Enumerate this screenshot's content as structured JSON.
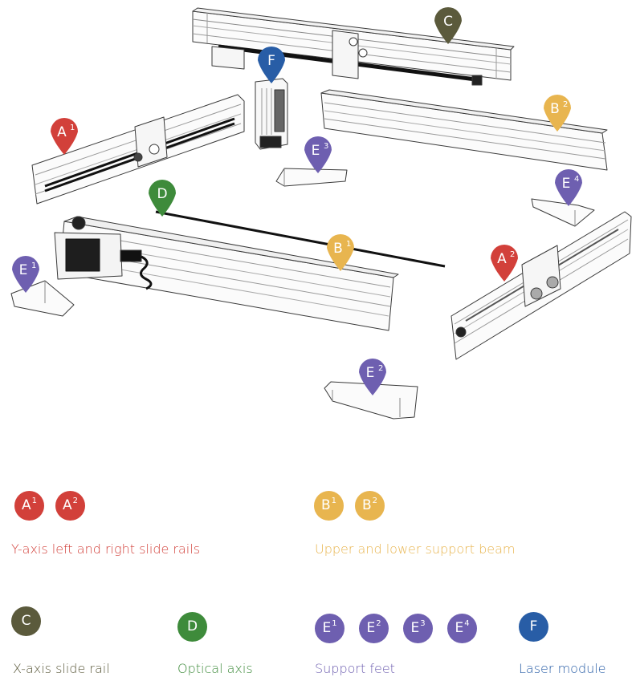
{
  "colors": {
    "A": "#d2403a",
    "B": "#e8b54f",
    "C": "#5b5a3c",
    "D": "#3e8b3b",
    "E": "#6e5fb0",
    "F": "#285da6"
  },
  "markers": [
    {
      "letter": "C",
      "sup": "",
      "group": "C"
    },
    {
      "letter": "F",
      "sup": "",
      "group": "F"
    },
    {
      "letter": "A",
      "sup": "1",
      "group": "A"
    },
    {
      "letter": "B",
      "sup": "2",
      "group": "B"
    },
    {
      "letter": "E",
      "sup": "3",
      "group": "E"
    },
    {
      "letter": "D",
      "sup": "",
      "group": "D"
    },
    {
      "letter": "E",
      "sup": "4",
      "group": "E"
    },
    {
      "letter": "B",
      "sup": "1",
      "group": "B"
    },
    {
      "letter": "E",
      "sup": "1",
      "group": "E"
    },
    {
      "letter": "A",
      "sup": "2",
      "group": "A"
    },
    {
      "letter": "E",
      "sup": "2",
      "group": "E"
    }
  ],
  "legend": [
    {
      "group": "A",
      "badges": [
        {
          "letter": "A",
          "sup": "1"
        },
        {
          "letter": "A",
          "sup": "2"
        }
      ],
      "caption": "Y-axis left and right slide rails"
    },
    {
      "group": "B",
      "badges": [
        {
          "letter": "B",
          "sup": "1"
        },
        {
          "letter": "B",
          "sup": "2"
        }
      ],
      "caption": "Upper and lower support beam"
    },
    {
      "group": "C",
      "badges": [
        {
          "letter": "C",
          "sup": ""
        }
      ],
      "caption": "X-axis slide rail"
    },
    {
      "group": "D",
      "badges": [
        {
          "letter": "D",
          "sup": ""
        }
      ],
      "caption": "Optical axis"
    },
    {
      "group": "E",
      "badges": [
        {
          "letter": "E",
          "sup": "1"
        },
        {
          "letter": "E",
          "sup": "2"
        },
        {
          "letter": "E",
          "sup": "3"
        },
        {
          "letter": "E",
          "sup": "4"
        }
      ],
      "caption": "Support feet"
    },
    {
      "group": "F",
      "badges": [
        {
          "letter": "F",
          "sup": ""
        }
      ],
      "caption": "Laser module"
    }
  ]
}
